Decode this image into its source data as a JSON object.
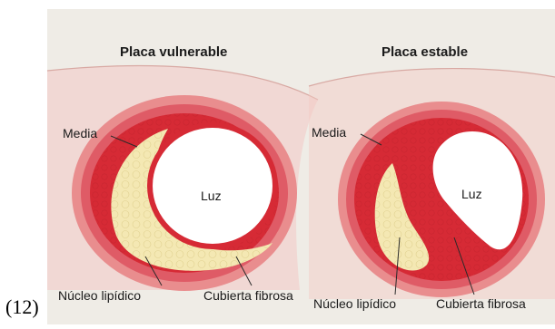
{
  "figure_number": "(12)",
  "panels": [
    {
      "title": "Placa vulnerable",
      "labels": {
        "media": "Media",
        "lumen": "Luz",
        "lipid_core": "Núcleo lipídico",
        "fibrous_cap": "Cubierta fibrosa"
      }
    },
    {
      "title": "Placa estable",
      "labels": {
        "media": "Media",
        "lumen": "Luz",
        "lipid_core": "Núcleo lipídico",
        "fibrous_cap": "Cubierta fibrosa"
      }
    }
  ],
  "colors": {
    "background": "#efece6",
    "outer_tissue": "#f3c9c4",
    "adventitia": "#e98d8e",
    "media": "#df5b66",
    "fibrous_plaque": "#d62a35",
    "lipid_core": "#f4e8b3",
    "lumen": "#ffffff"
  }
}
